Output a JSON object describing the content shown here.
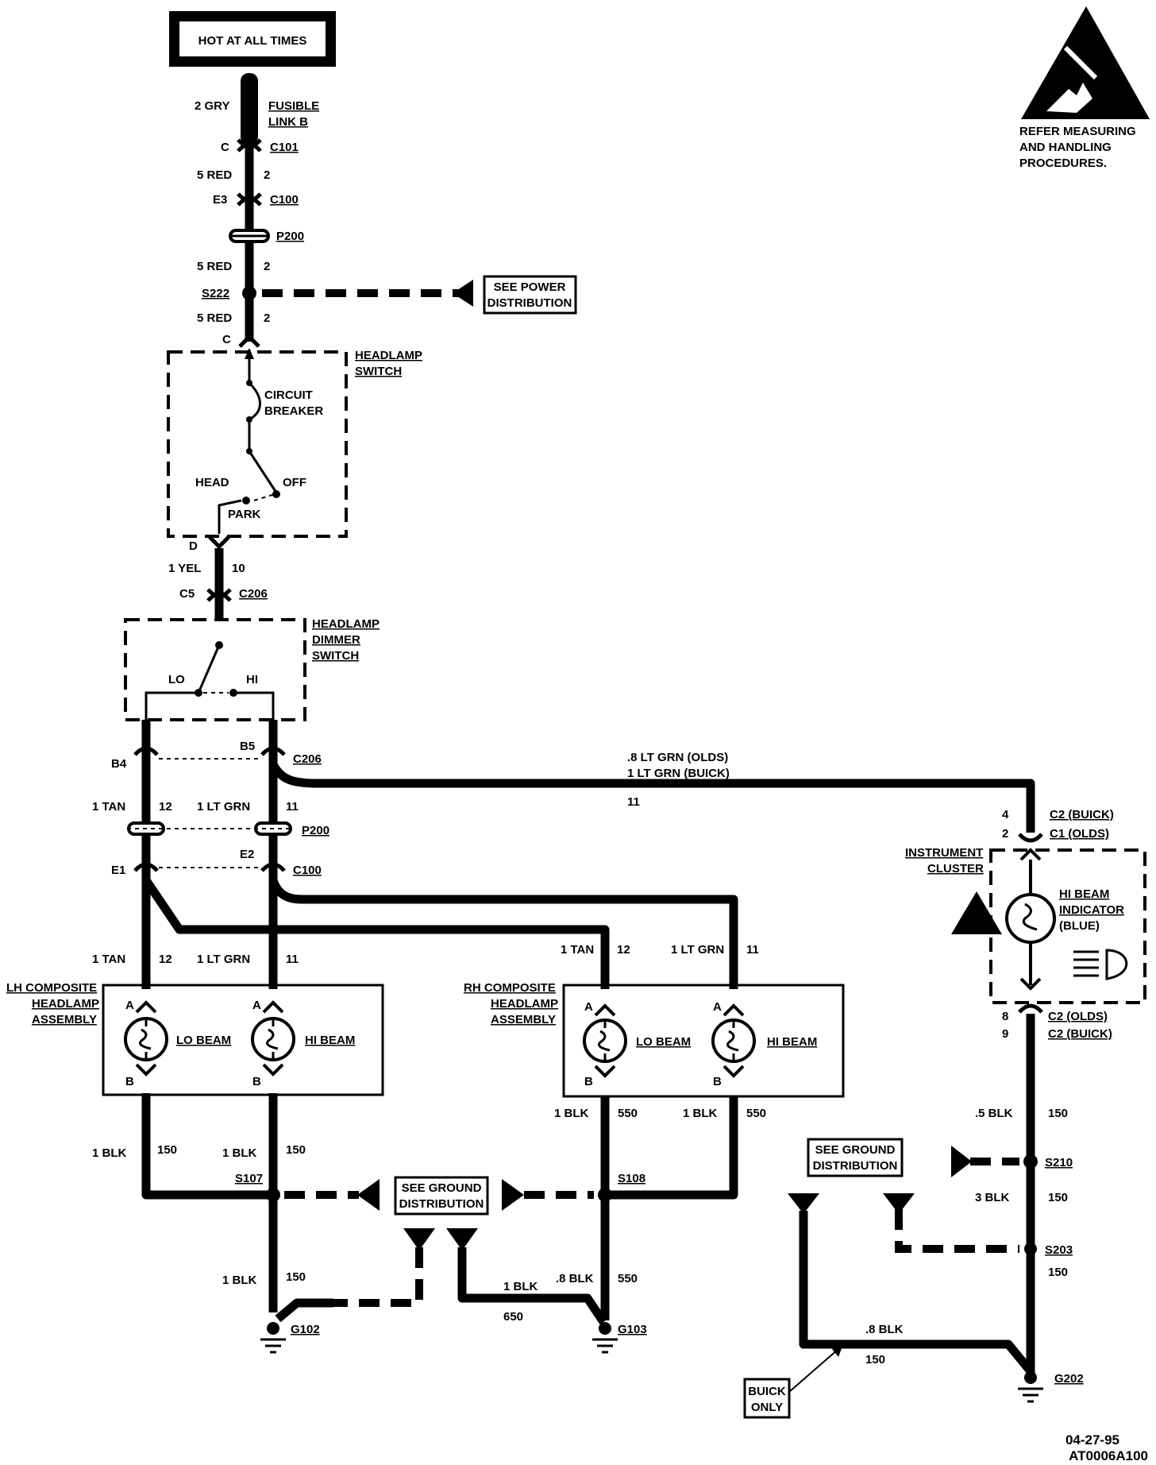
{
  "colors": {
    "ink": "#000000",
    "paper": "#ffffff"
  },
  "labels": {
    "hot": "HOT AT ALL TIMES",
    "esd_note": [
      "REFER MEASURING",
      "AND HANDLING",
      "PROCEDURES."
    ],
    "fusible_link": [
      "FUSIBLE",
      "LINK B"
    ],
    "c101": "C101",
    "c100_top": "C100",
    "p200_top": "P200",
    "s222": "S222",
    "see_power": [
      "SEE POWER",
      "DISTRIBUTION"
    ],
    "headlamp_switch": [
      "HEADLAMP",
      "SWITCH"
    ],
    "circuit_breaker": [
      "CIRCUIT",
      "BREAKER"
    ],
    "head": "HEAD",
    "off": "OFF",
    "park": "PARK",
    "c206_top": "C206",
    "dimmer_switch": [
      "HEADLAMP",
      "DIMMER",
      "SWITCH"
    ],
    "lo": "LO",
    "hi": "HI",
    "c206_mid": "C206",
    "p200_mid": "P200",
    "c100_mid": "C100",
    "lt_grn_olds": ".8  LT  GRN  (OLDS)",
    "lt_grn_buick": "1  LT  GRN  (BUICK)",
    "c2_buick_top": "C2  (BUICK)",
    "c1_olds": "C1  (OLDS)",
    "instrument_cluster": [
      "INSTRUMENT",
      "CLUSTER"
    ],
    "hi_beam_indicator": [
      "HI BEAM",
      "INDICATOR",
      "(BLUE)"
    ],
    "lh_assembly": [
      "LH  COMPOSITE",
      "HEADLAMP",
      "ASSEMBLY"
    ],
    "rh_assembly": [
      "RH  COMPOSITE",
      "HEADLAMP",
      "ASSEMBLY"
    ],
    "lo_beam": "LO BEAM",
    "hi_beam": "HI BEAM",
    "c2_olds_bottom": "C2  (OLDS)",
    "c2_buick_bottom": "C2  (BUICK)",
    "see_ground": [
      "SEE GROUND",
      "DISTRIBUTION"
    ],
    "s107": "S107",
    "s108": "S108",
    "s210": "S210",
    "s203": "S203",
    "g102": "G102",
    "g103": "G103",
    "g202": "G202",
    "buick_only": [
      "BUICK",
      "ONLY"
    ],
    "date": "04-27-95",
    "doc_id": "AT0006A100"
  },
  "wire_labels": {
    "gry2": "2  GRY",
    "pin_c": "C",
    "red5a": "5  RED",
    "ckt2a": "2",
    "pin_e3": "E3",
    "red5b": "5  RED",
    "ckt2b": "2",
    "red5c": "5  RED",
    "ckt2c": "2",
    "pin_c_sw": "C",
    "pin_d": "D",
    "yel1": "1  YEL",
    "ckt10": "10",
    "pin_c5": "C5",
    "pin_b4": "B4",
    "pin_b5": "B5",
    "tan1a": "1  TAN",
    "ckt12a": "12",
    "ltgrn1a": "1  LT  GRN",
    "ckt11a": "11",
    "ckt11_long": "11",
    "pin_e1": "E1",
    "pin_e2": "E2",
    "tan1b": "1  TAN",
    "ckt12b": "12",
    "ltgrn1b": "1  LT  GRN",
    "ckt11b": "11",
    "tan1c": "1 TAN",
    "ckt12c": "12",
    "ltgrn1c": "1 LT GRN",
    "ckt11c": "11",
    "pin4": "4",
    "pin2": "2",
    "pin_a1": "A",
    "pin_a2": "A",
    "pin_a3": "A",
    "pin_a4": "A",
    "pin_b1": "B",
    "pin_b2": "B",
    "pin_b3": "B",
    "pin_b_4": "B",
    "pin8": "8",
    "pin9": "9",
    "blk1a": "1  BLK",
    "ckt150a": "150",
    "blk1b": "1  BLK",
    "ckt150b": "150",
    "blk1c": "1  BLK",
    "ckt550a": "550",
    "blk1d": "1  BLK",
    "ckt550b": "550",
    "blk05": ".5  BLK",
    "ckt150c": "150",
    "blk3": "3  BLK",
    "ckt150d": "150",
    "ckt150e": "150",
    "blk1e": "1  BLK",
    "ckt150f": "150",
    "blk1f": "1  BLK",
    "ckt650": "650",
    "blk08a": ".8 BLK",
    "ckt550c": "550",
    "blk08b": ".8  BLK",
    "ckt150g": "150"
  }
}
